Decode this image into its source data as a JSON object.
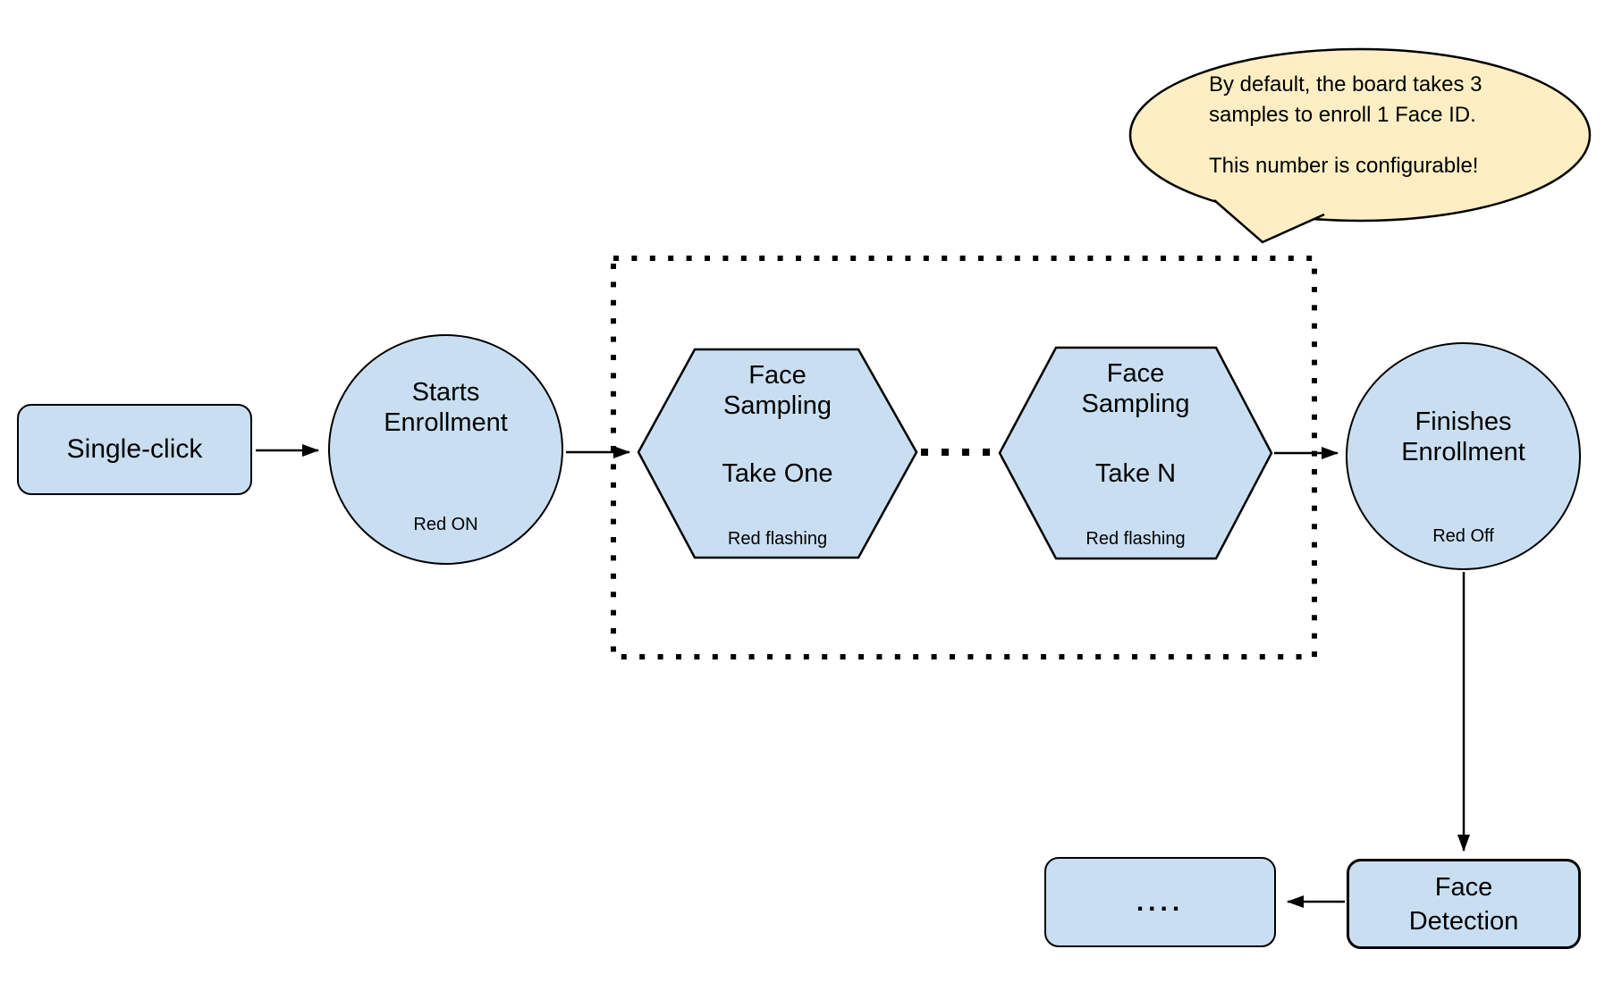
{
  "palette": {
    "node_fill": "#C9DFF1",
    "node_stroke": "#000000",
    "callout_fill": "#FDEEC3",
    "callout_stroke": "#000000",
    "arrow_color": "#000000",
    "text_color": "#000000",
    "background": "#FFFFFF"
  },
  "callout": {
    "para1": "By default, the board takes 3 samples to enroll 1 Face ID.",
    "para2": "This number is configurable!"
  },
  "nodes": {
    "single_click": {
      "label": "Single-click"
    },
    "starts_enrollment": {
      "title": "Starts Enrollment",
      "status": "Red ON"
    },
    "face_sampling_first": {
      "title": "Face Sampling",
      "take_label": "Take One",
      "status": "Red flashing"
    },
    "face_sampling_last": {
      "title": "Face Sampling",
      "take_label": "Take N",
      "status": "Red flashing"
    },
    "finishes_enrollment": {
      "title": "Finishes Enrollment",
      "status": "Red Off"
    },
    "face_detection": {
      "label": "Face Detection"
    },
    "continuation": {
      "label": "...."
    }
  }
}
